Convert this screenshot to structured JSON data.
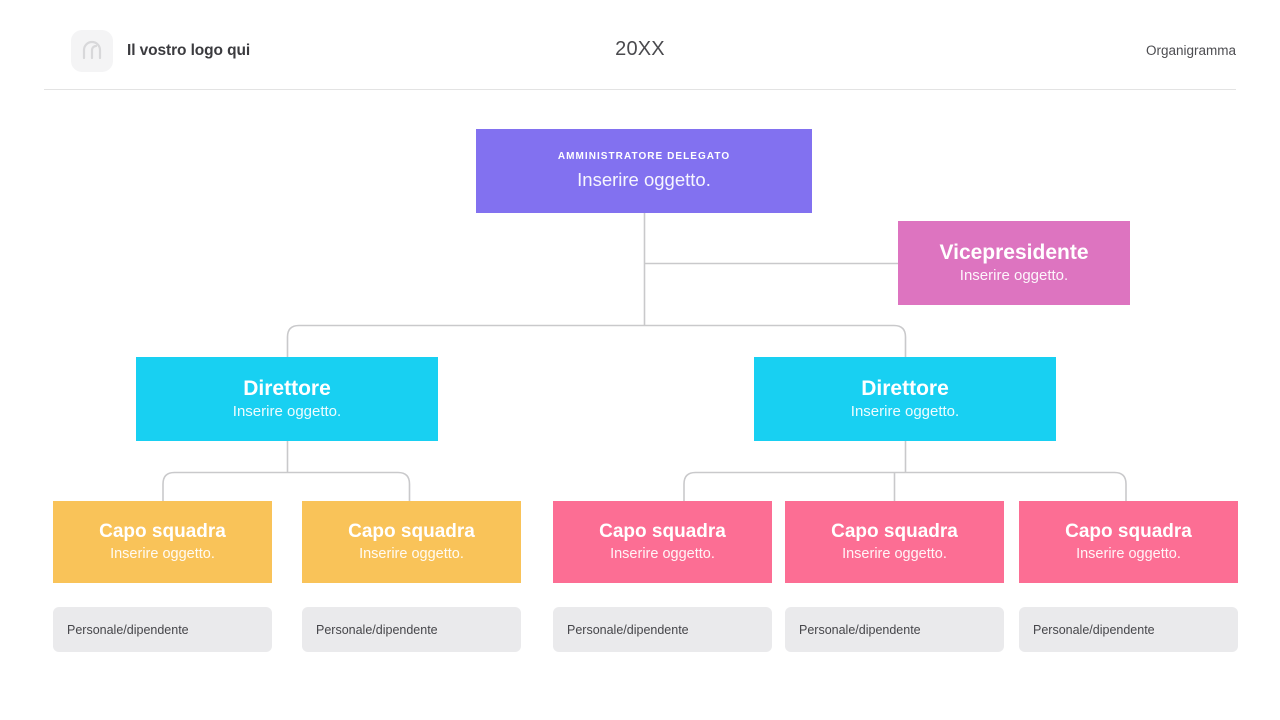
{
  "header": {
    "logo_icon": "logo-placeholder-icon",
    "brand_name": "Il vostro logo qui",
    "year": "20XX",
    "section": "Organigramma"
  },
  "chart": {
    "ceo": {
      "title": "AMMINISTRATORE DELEGATO",
      "subtitle": "Inserire oggetto.",
      "color": "#8271f0"
    },
    "vice_president": {
      "title": "Vicepresidente",
      "subtitle": "Inserire oggetto.",
      "color": "#dd74c0"
    },
    "directors": [
      {
        "title": "Direttore",
        "subtitle": "Inserire oggetto.",
        "color": "#18d0f2"
      },
      {
        "title": "Direttore",
        "subtitle": "Inserire oggetto.",
        "color": "#18d0f2"
      }
    ],
    "team_leads": [
      {
        "title": "Capo squadra",
        "subtitle": "Inserire oggetto.",
        "color": "#f9c359"
      },
      {
        "title": "Capo squadra",
        "subtitle": "Inserire oggetto.",
        "color": "#f9c359"
      },
      {
        "title": "Capo squadra",
        "subtitle": "Inserire oggetto.",
        "color": "#fc6e94"
      },
      {
        "title": "Capo squadra",
        "subtitle": "Inserire oggetto.",
        "color": "#fc6e94"
      },
      {
        "title": "Capo squadra",
        "subtitle": "Inserire oggetto.",
        "color": "#fc6e94"
      }
    ],
    "staff": [
      {
        "label": "Personale/dipendente"
      },
      {
        "label": "Personale/dipendente"
      },
      {
        "label": "Personale/dipendente"
      },
      {
        "label": "Personale/dipendente"
      },
      {
        "label": "Personale/dipendente"
      }
    ],
    "connector_color": "#c9c9cb"
  }
}
